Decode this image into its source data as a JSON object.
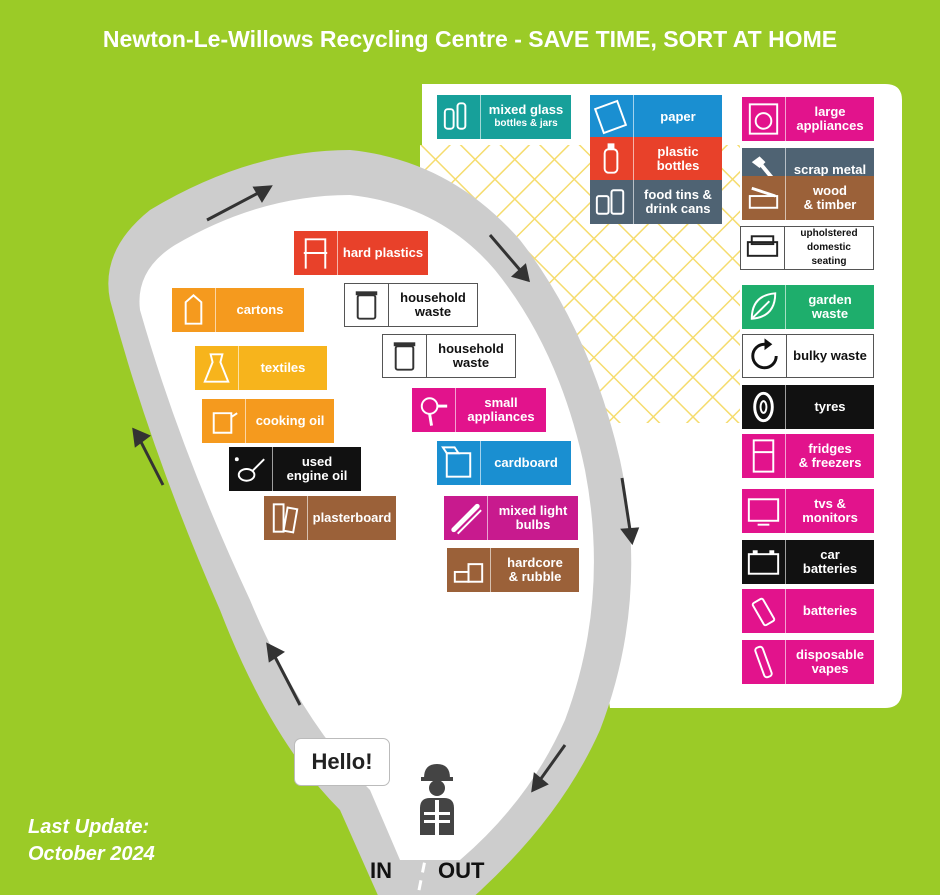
{
  "title": "Newton-Le-Willows Recycling Centre - SAVE TIME, SORT AT HOME",
  "last_update_label": "Last Update:",
  "last_update_date": "October 2024",
  "greeting": "Hello!",
  "gate_in": "IN",
  "gate_out": "OUT",
  "colors": {
    "background": "#9bcb27",
    "road": "#cdcdcd",
    "teal": "#17a09a",
    "blue": "#1a8fd1",
    "red": "#e8412a",
    "slate": "#4f6373",
    "magenta": "#e2138c",
    "brown": "#9b6139",
    "green": "#1eae6c",
    "orange": "#f59a1e",
    "yellow": "#f7b41c",
    "purple": "#c81a8e",
    "black": "#111111"
  },
  "signs": [
    {
      "id": "mixed-glass",
      "line1": "mixed glass",
      "line2": "bottles & jars",
      "color": "teal",
      "icon": "bottles-icon"
    },
    {
      "id": "paper",
      "line1": "paper",
      "line2": "",
      "color": "blue",
      "icon": "paper-icon"
    },
    {
      "id": "plastic-bottles",
      "line1": "plastic bottles",
      "line2": "",
      "color": "red",
      "icon": "plastic-bottle-icon"
    },
    {
      "id": "food-tins",
      "line1": "food tins &",
      "line2": "drink cans",
      "color": "slate",
      "icon": "cans-icon"
    },
    {
      "id": "large-appliances",
      "line1": "large",
      "line2": "appliances",
      "color": "magenta",
      "icon": "washing-machine-icon"
    },
    {
      "id": "scrap-metal",
      "line1": "scrap metal",
      "line2": "",
      "color": "slate",
      "icon": "bolt-icon"
    },
    {
      "id": "wood-timber",
      "line1": "wood",
      "line2": "& timber",
      "color": "brown",
      "icon": "timber-icon"
    },
    {
      "id": "upholstered-seating",
      "line1": "upholstered",
      "line2": "domestic seating",
      "color": "white",
      "icon": "sofa-icon"
    },
    {
      "id": "garden-waste",
      "line1": "garden",
      "line2": "waste",
      "color": "green",
      "icon": "leaf-icon"
    },
    {
      "id": "bulky-waste",
      "line1": "bulky waste",
      "line2": "",
      "color": "white",
      "icon": "circular-arrow-icon"
    },
    {
      "id": "tyres",
      "line1": "tyres",
      "line2": "",
      "color": "black",
      "icon": "tyre-icon"
    },
    {
      "id": "fridges",
      "line1": "fridges",
      "line2": "& freezers",
      "color": "magenta",
      "icon": "fridge-icon"
    },
    {
      "id": "tvs",
      "line1": "tvs &",
      "line2": "monitors",
      "color": "magenta",
      "icon": "tv-icon"
    },
    {
      "id": "car-batteries",
      "line1": "car",
      "line2": "batteries",
      "color": "black",
      "icon": "car-battery-icon"
    },
    {
      "id": "batteries",
      "line1": "batteries",
      "line2": "",
      "color": "magenta",
      "icon": "battery-icon"
    },
    {
      "id": "vapes",
      "line1": "disposable",
      "line2": "vapes",
      "color": "magenta",
      "icon": "vape-icon"
    },
    {
      "id": "hard-plastics",
      "line1": "hard plastics",
      "line2": "",
      "color": "red",
      "icon": "chair-icon"
    },
    {
      "id": "cartons",
      "line1": "cartons",
      "line2": "",
      "color": "orange",
      "icon": "carton-icon"
    },
    {
      "id": "household-waste-1",
      "line1": "household",
      "line2": "waste",
      "color": "white",
      "icon": "bin-icon"
    },
    {
      "id": "textiles",
      "line1": "textiles",
      "line2": "",
      "color": "yellow",
      "icon": "dress-icon"
    },
    {
      "id": "household-waste-2",
      "line1": "household",
      "line2": "waste",
      "color": "white",
      "icon": "bin-icon"
    },
    {
      "id": "small-appliances",
      "line1": "small",
      "line2": "appliances",
      "color": "magenta",
      "icon": "hairdryer-icon"
    },
    {
      "id": "cooking-oil",
      "line1": "cooking oil",
      "line2": "",
      "color": "orange",
      "icon": "oil-jug-icon"
    },
    {
      "id": "engine-oil",
      "line1": "used",
      "line2": "engine oil",
      "color": "black",
      "icon": "oil-can-icon"
    },
    {
      "id": "cardboard",
      "line1": "cardboard",
      "line2": "",
      "color": "blue",
      "icon": "box-icon"
    },
    {
      "id": "plasterboard",
      "line1": "plasterboard",
      "line2": "",
      "color": "brown",
      "icon": "plasterboard-icon"
    },
    {
      "id": "light-bulbs",
      "line1": "mixed light",
      "line2": "bulbs",
      "color": "purple",
      "icon": "tube-bulb-icon"
    },
    {
      "id": "hardcore",
      "line1": "hardcore",
      "line2": "& rubble",
      "color": "brown",
      "icon": "bricks-icon"
    }
  ]
}
